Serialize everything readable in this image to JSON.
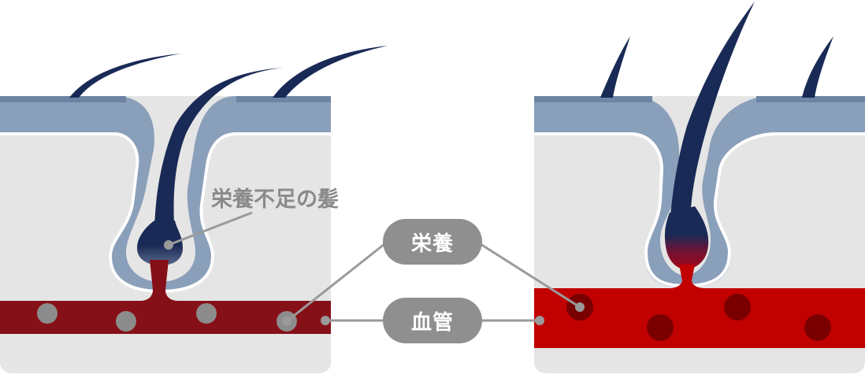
{
  "labels": {
    "malnourished_hair": "栄養不足の髪",
    "nutrition": "栄養",
    "blood_vessel": "血管"
  },
  "colors": {
    "background": "#ffffff",
    "dermis": "#e5e5e5",
    "epidermis": "#8a9fba",
    "epidermis_top": "#6d84a3",
    "hair": "#1a2a56",
    "vessel_weak": "#861017",
    "vessel_healthy": "#c10000",
    "nutrient_weak": "#8c8c8c",
    "nutrient_healthy": "#7a0000",
    "label_pill": "#8f8f8f",
    "connector": "#9a9a9a"
  },
  "panels": [
    {
      "state": "nutrient-deficient",
      "vessel_color": "vessel_weak",
      "dot_color": "nutrient_weak"
    },
    {
      "state": "nourished",
      "vessel_color": "vessel_healthy",
      "dot_color": "nutrient_healthy"
    }
  ]
}
